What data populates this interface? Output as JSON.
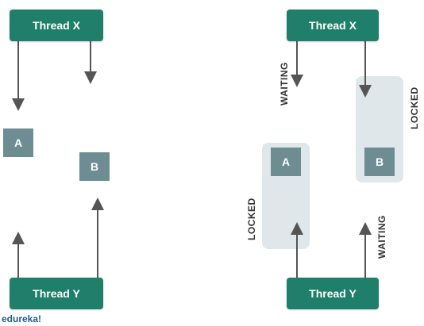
{
  "left_panel": {
    "thread_top": "Thread X",
    "thread_bottom": "Thread Y",
    "resource_a": "A",
    "resource_b": "B"
  },
  "right_panel": {
    "thread_top": "Thread X",
    "thread_bottom": "Thread Y",
    "resource_a": "A",
    "resource_b": "B",
    "label_waiting_top": "WAITING",
    "label_locked_top": "LOCKED",
    "label_locked_bottom": "LOCKED",
    "label_waiting_bottom": "WAITING"
  },
  "watermark": "edureka!",
  "colors": {
    "thread": "#1f7f6a",
    "resource": "#6d8d92",
    "lock_region": "#dfe7ea",
    "arrow": "#555555"
  }
}
